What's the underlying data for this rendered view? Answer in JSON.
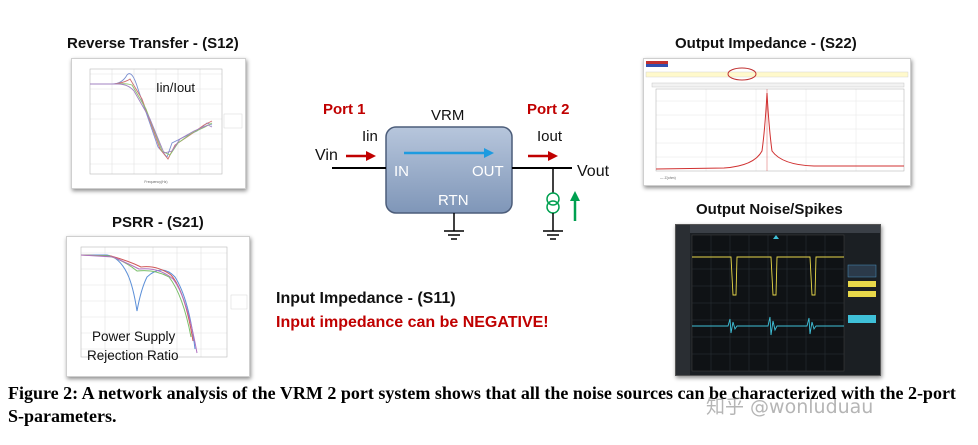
{
  "titles": {
    "s12": "Reverse Transfer - (S12)",
    "s21": "PSRR - (S21)",
    "s22": "Output Impedance - (S22)",
    "noise": "Output Noise/Spikes",
    "s11": "Input Impedance - (S11)",
    "s11_note": "Input impedance can be NEGATIVE!"
  },
  "plot_labels": {
    "s12_annotation": "Iin/Iout",
    "psrr_line1": "Power Supply",
    "psrr_line2": "Rejection Ratio"
  },
  "diagram": {
    "port1": "Port 1",
    "port2": "Port 2",
    "vrm": "VRM",
    "iin": "Iin",
    "iout": "Iout",
    "vin": "Vin",
    "vout": "Vout",
    "in": "IN",
    "out": "OUT",
    "rtn": "RTN"
  },
  "caption": "Figure 2: A network analysis of the VRM 2 port system shows that all the noise sources can be characterized with the 2-port S-parameters.",
  "watermark": "知乎 @wonluduau",
  "colors": {
    "port_red": "#c00000",
    "arrow_red": "#c00000",
    "arrow_blue": "#1e9be0",
    "source_green": "#00a050",
    "vrm_fill": "#8ea3c0"
  }
}
